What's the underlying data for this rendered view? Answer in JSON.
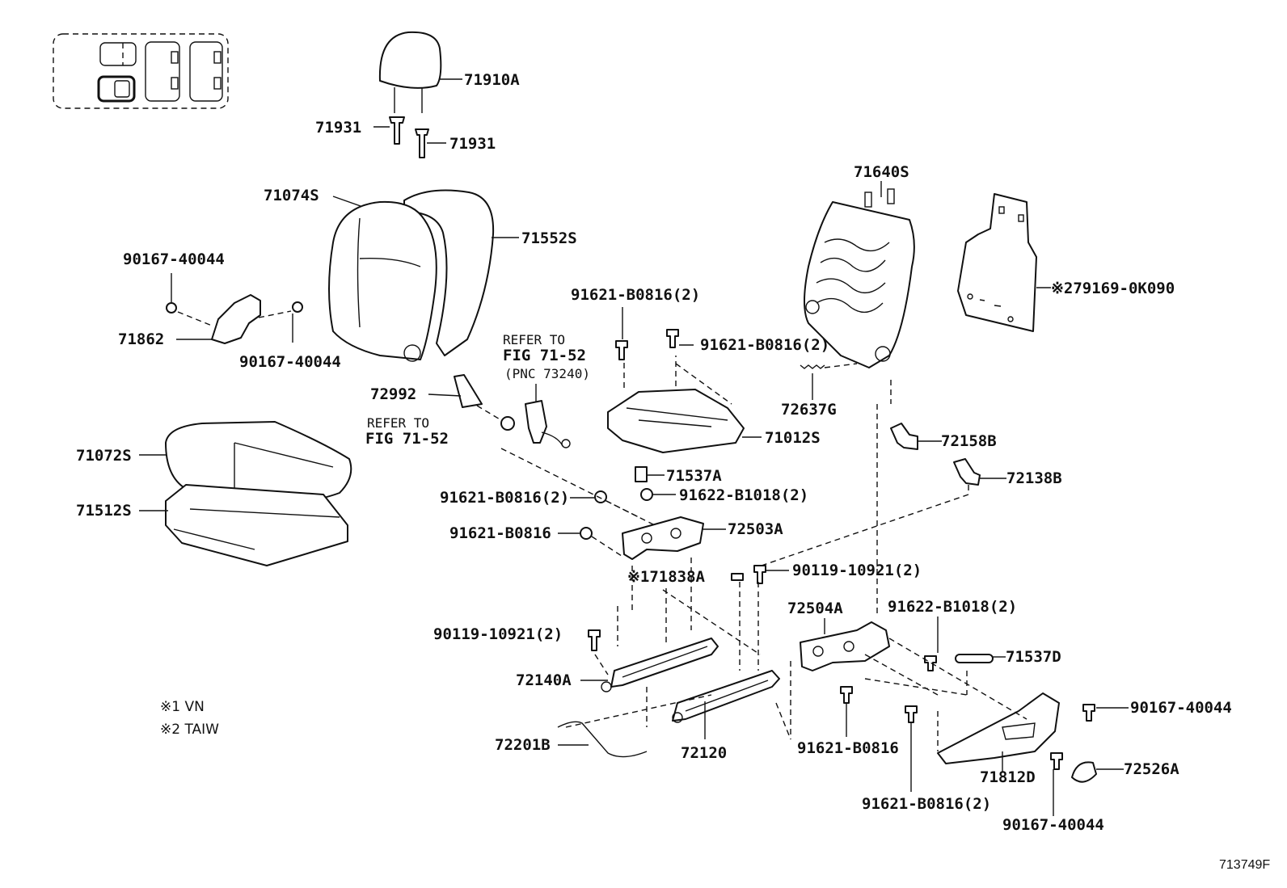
{
  "parts": {
    "p71910A": "71910A",
    "p71931a": "71931",
    "p71931b": "71931",
    "p71074S": "71074S",
    "p71552S": "71552S",
    "p71640S": "71640S",
    "p279169": "※279169-0K090",
    "p90167a": "90167-40044",
    "p71862": "71862",
    "p90167b": "90167-40044",
    "p91621a": "91621-B0816(2)",
    "p91621b": "91621-B0816(2)",
    "p72637G": "72637G",
    "p72992": "72992",
    "p71012S": "71012S",
    "p72158B": "72158B",
    "p71072S": "71072S",
    "p71537A": "71537A",
    "p72138B": "72138B",
    "p71512S": "71512S",
    "p91621c": "91621-B0816(2)",
    "p91622a": "91622-B1018(2)",
    "p91621d": "91621-B0816",
    "p72503A": "72503A",
    "p171838A": "※171838A",
    "p90119a": "90119-10921(2)",
    "p72504A": "72504A",
    "p91622b": "91622-B1018(2)",
    "p90119b": "90119-10921(2)",
    "p71537D": "71537D",
    "p72140A": "72140A",
    "p90167c": "90167-40044",
    "p72201B": "72201B",
    "p72120": "72120",
    "p91621e": "91621-B0816",
    "p71812D": "71812D",
    "p72526A": "72526A",
    "p91621f": "91621-B0816(2)",
    "p90167d": "90167-40044"
  },
  "refs": {
    "ref1_line1": "REFER TO",
    "ref1_line2": "FIG 71-52",
    "ref1_line3": "(PNC 73240)",
    "ref2_line1": "REFER TO",
    "ref2_line2": "FIG 71-52"
  },
  "notes": {
    "note1": "※1 VN",
    "note2": "※2 TAIW"
  },
  "figure_code": "713749F"
}
